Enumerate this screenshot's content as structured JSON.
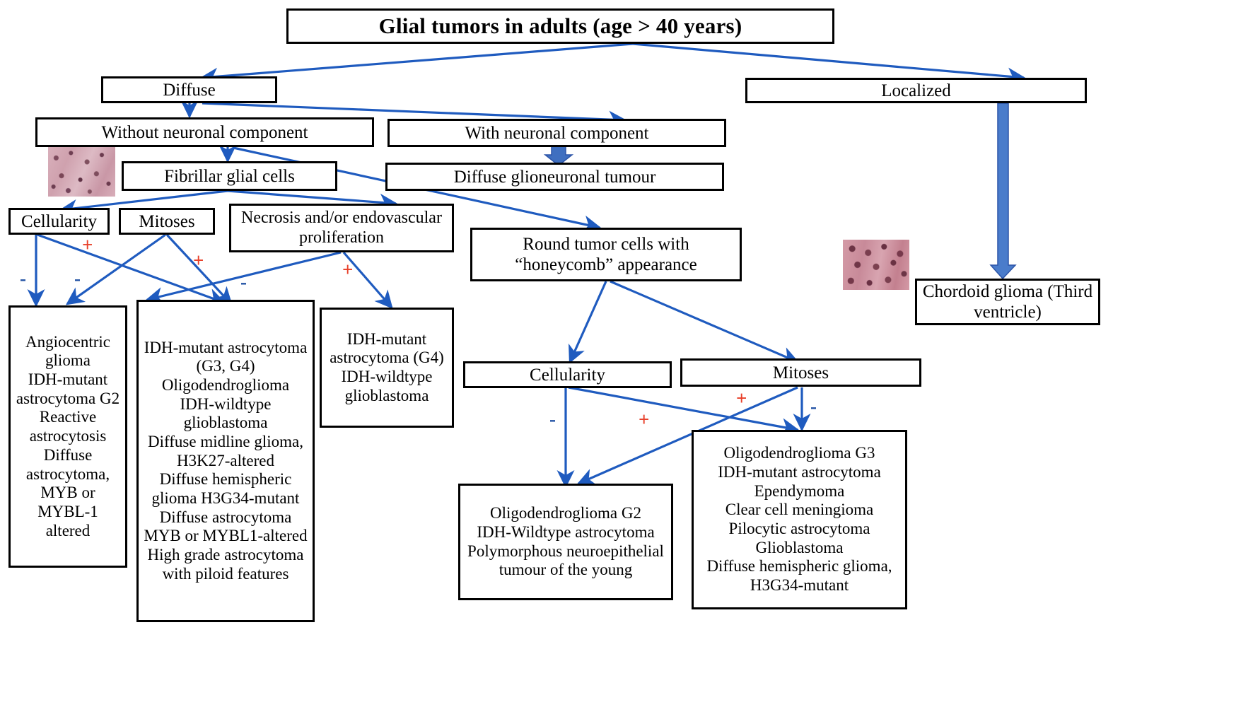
{
  "diagram": {
    "title": "Glial tumors in adults (age > 40 years)",
    "palette": {
      "arrow_blue": "#1f5bbf",
      "plus_red": "#e8402a",
      "minus_blue": "#1f4fa3",
      "box_border": "#000000",
      "background": "#ffffff",
      "histology_stain": "#c98fa0"
    },
    "nodes": {
      "root": "Glial tumors in adults (age > 40 years)",
      "diffuse": "Diffuse",
      "localized": "Localized",
      "without_neuronal": "Without neuronal component",
      "with_neuronal": "With neuronal component",
      "fibrillar": "Fibrillar glial cells",
      "diffuse_glioneuronal": "Diffuse glioneuronal tumour",
      "cellularity_left": "Cellularity",
      "mitoses_left": "Mitoses",
      "necrosis": "Necrosis and/or endovascular proliferation",
      "round_tumor": "Round tumor cells with “honeycomb” appearance",
      "chordoid": "Chordoid glioma (Third ventricle)",
      "cellularity_right": "Cellularity",
      "mitoses_right": "Mitoses",
      "leaf_low_grade": "Angiocentric glioma\nIDH-mutant astrocytoma G2\nReactive astrocytosis\nDiffuse astrocytoma, MYB or MYBL-1 altered",
      "leaf_high_grade": "IDH-mutant astrocytoma (G3, G4)\nOligodendroglioma\nIDH-wildtype glioblastoma\nDiffuse midline glioma, H3K27-altered\nDiffuse hemispheric glioma H3G34-mutant\nDiffuse astrocytoma MYB or MYBL1-altered\nHigh grade astrocytoma with piloid features",
      "leaf_g4": "IDH-mutant astrocytoma (G4)\nIDH-wildtype glioblastoma",
      "leaf_oligo_g2": "Oligodendroglioma G2\nIDH-Wildtype astrocytoma\nPolymorphous neuroepithelial tumour of the young",
      "leaf_oligo_g3": "Oligodendroglioma G3\nIDH-mutant astrocytoma\nEpendymoma\nClear cell meningioma\nPilocytic astrocytoma\nGlioblastoma\nDiffuse hemispheric glioma, H3G34-mutant"
    },
    "edge_labels": {
      "cellularity_left_minus": "-",
      "cellularity_left_plus": "+",
      "mitoses_left_minus": "-",
      "mitoses_left_plus": "+",
      "necrosis_minus": "-",
      "necrosis_plus": "+",
      "cellularity_right_minus": "-",
      "cellularity_right_plus": "+",
      "mitoses_right_plus": "+",
      "mitoses_right_minus": "-"
    },
    "images": {
      "histology_fibrillar": "histology-fibrillar-glial-cells",
      "histology_honeycomb": "histology-honeycomb-round-cells"
    }
  }
}
